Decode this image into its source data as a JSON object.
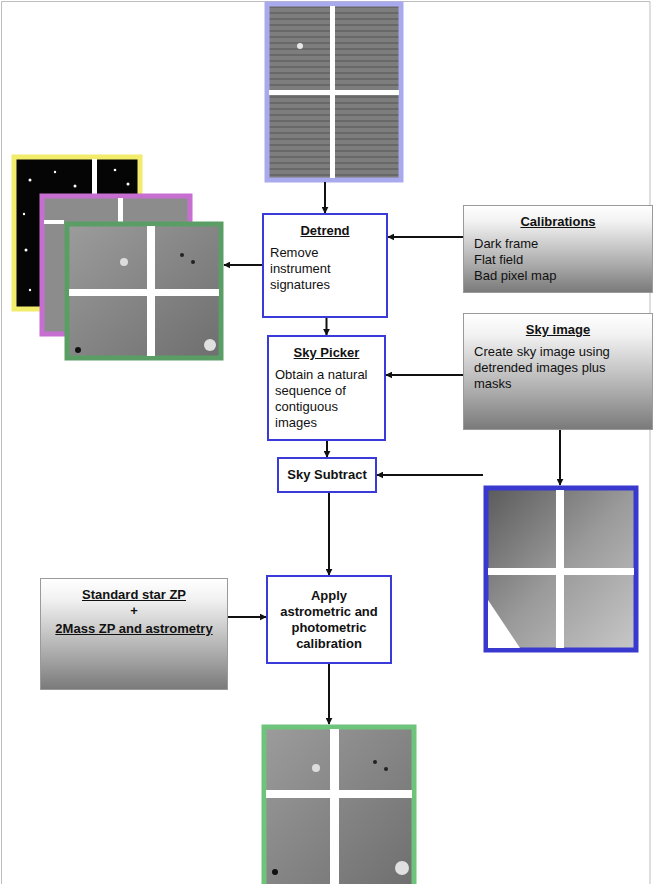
{
  "diagram": {
    "nodes": [
      {
        "text": [
          "Detrend",
          "Remove instrument signatures"
        ]
      },
      {
        "text": [
          "Calibrations",
          "Dark frame",
          "Flat field",
          "Bad pixel map"
        ]
      },
      {
        "text": [
          "Sky Picker",
          "Obtain a natural sequence of contiguous images"
        ]
      },
      {
        "text": [
          "Sky image",
          "Create sky image using detrended images plus masks"
        ]
      },
      {
        "text": [
          "Sky Subtract"
        ]
      },
      {
        "text": [
          "Standard star ZP",
          "+",
          "2Mass ZP and astrometry"
        ]
      },
      {
        "text": [
          "Apply astrometric and photometric calibration"
        ]
      }
    ],
    "edges": [
      {
        "from": 1,
        "to": 0,
        "arrow": "to"
      },
      {
        "from": 0,
        "to": 2,
        "arrow": "to"
      },
      {
        "from": 3,
        "to": 2,
        "arrow": "to"
      },
      {
        "from": 2,
        "to": 4,
        "arrow": "to"
      },
      {
        "from": 4,
        "to": 6,
        "arrow": "to"
      },
      {
        "from": 5,
        "to": 6,
        "arrow": "to"
      }
    ]
  }
}
